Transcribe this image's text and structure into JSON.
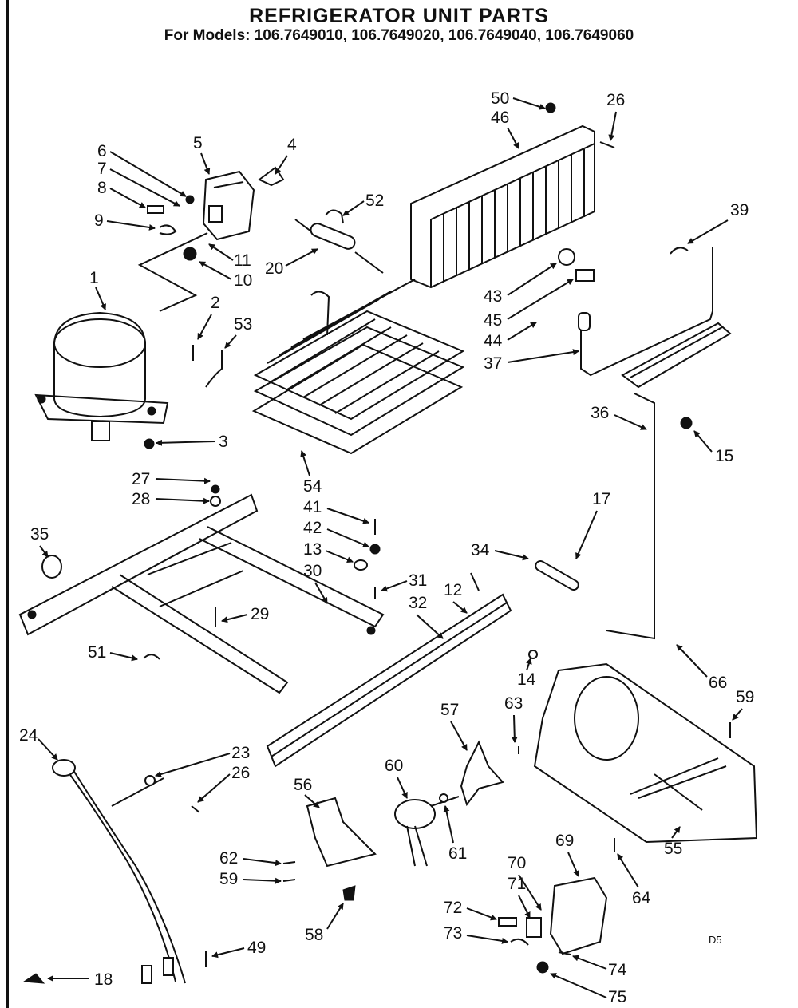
{
  "header": {
    "title": "REFRIGERATOR UNIT PARTS",
    "subtitle": "For Models: 106.7649010, 106.7649020, 106.7649040, 106.7649060"
  },
  "diagram_code": "D5",
  "callouts": [
    {
      "label": "50"
    },
    {
      "label": "26"
    },
    {
      "label": "46"
    },
    {
      "label": "5"
    },
    {
      "label": "4"
    },
    {
      "label": "6"
    },
    {
      "label": "7"
    },
    {
      "label": "8"
    },
    {
      "label": "9"
    },
    {
      "label": "52"
    },
    {
      "label": "20"
    },
    {
      "label": "11"
    },
    {
      "label": "10"
    },
    {
      "label": "1"
    },
    {
      "label": "39"
    },
    {
      "label": "43"
    },
    {
      "label": "45"
    },
    {
      "label": "44"
    },
    {
      "label": "37"
    },
    {
      "label": "2"
    },
    {
      "label": "53"
    },
    {
      "label": "3"
    },
    {
      "label": "27"
    },
    {
      "label": "28"
    },
    {
      "label": "54"
    },
    {
      "label": "41"
    },
    {
      "label": "42"
    },
    {
      "label": "13"
    },
    {
      "label": "30"
    },
    {
      "label": "31"
    },
    {
      "label": "36"
    },
    {
      "label": "15"
    },
    {
      "label": "17"
    },
    {
      "label": "34"
    },
    {
      "label": "35"
    },
    {
      "label": "29"
    },
    {
      "label": "12"
    },
    {
      "label": "32"
    },
    {
      "label": "51"
    },
    {
      "label": "14"
    },
    {
      "label": "66"
    },
    {
      "label": "57"
    },
    {
      "label": "63"
    },
    {
      "label": "59"
    },
    {
      "label": "24"
    },
    {
      "label": "23"
    },
    {
      "label": "26"
    },
    {
      "label": "60"
    },
    {
      "label": "56"
    },
    {
      "label": "61"
    },
    {
      "label": "55"
    },
    {
      "label": "62"
    },
    {
      "label": "59"
    },
    {
      "label": "64"
    },
    {
      "label": "69"
    },
    {
      "label": "70"
    },
    {
      "label": "71"
    },
    {
      "label": "58"
    },
    {
      "label": "72"
    },
    {
      "label": "73"
    },
    {
      "label": "49"
    },
    {
      "label": "18"
    },
    {
      "label": "74"
    },
    {
      "label": "75"
    }
  ]
}
